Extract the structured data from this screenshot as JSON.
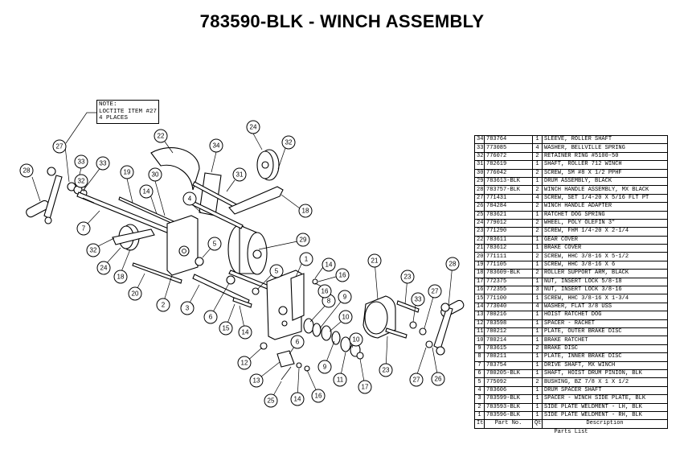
{
  "title": "783590-BLK - WINCH ASSEMBLY",
  "note": [
    "NOTE:",
    "LOCTITE ITEM #27",
    "4 PLACES"
  ],
  "callouts": [
    "27",
    "33",
    "33",
    "32",
    "28",
    "19",
    "30",
    "14",
    "22",
    "34",
    "31",
    "24",
    "32",
    "18",
    "4",
    "7",
    "32",
    "24",
    "18",
    "20",
    "5",
    "29",
    "5",
    "1",
    "2",
    "3",
    "6",
    "15",
    "14",
    "16",
    "21",
    "14",
    "23",
    "33",
    "27",
    "28",
    "8",
    "9",
    "10",
    "12",
    "13",
    "25",
    "14",
    "16",
    "9",
    "11",
    "17",
    "23",
    "6",
    "10",
    "27",
    "26",
    "16"
  ],
  "parts_table": {
    "headers": [
      "Item",
      "Part No.",
      "Qty",
      "Description"
    ],
    "caption": "Parts List",
    "rows": [
      [
        "34",
        "783764",
        "1",
        "SLEEVE, ROLLER SHAFT"
      ],
      [
        "33",
        "773085",
        "4",
        "WASHER, BELLVILLE SPRING"
      ],
      [
        "32",
        "776072",
        "2",
        "RETAINER RING #5100-50"
      ],
      [
        "31",
        "782619",
        "1",
        "SHAFT, ROLLER 712 WINCH"
      ],
      [
        "30",
        "776042",
        "2",
        "SCREW, SM #8 X 1/2 PPHF"
      ],
      [
        "29",
        "783613-BLK",
        "1",
        "DRUM ASSEMBLY, BLACK"
      ],
      [
        "28",
        "783757-BLK",
        "2",
        "WINCH HANDLE ASSEMBLY, MX BLACK"
      ],
      [
        "27",
        "771431",
        "4",
        "SCREW, SET 1/4-20 X 5/16 FLT PT"
      ],
      [
        "26",
        "784284",
        "2",
        "WINCH HANDLE ADAPTER"
      ],
      [
        "25",
        "783621",
        "1",
        "RATCHET DOG SPRING"
      ],
      [
        "24",
        "779012",
        "2",
        "WHEEL, POLY OLEFIN 3\""
      ],
      [
        "23",
        "771290",
        "2",
        "SCREW, FHM 1/4-20 X 2-1/4"
      ],
      [
        "22",
        "783611",
        "1",
        "GEAR COVER"
      ],
      [
        "21",
        "783612",
        "1",
        "BRAKE COVER"
      ],
      [
        "20",
        "771111",
        "2",
        "SCREW, HHC 3/8-16 X 5-1/2"
      ],
      [
        "19",
        "771105",
        "1",
        "SCREW, HHC 3/8-16 X 6"
      ],
      [
        "18",
        "783609-BLK",
        "2",
        "ROLLER SUPPORT ARM, BLACK"
      ],
      [
        "17",
        "772375",
        "1",
        "NUT, INSERT LOCK 5/8-18"
      ],
      [
        "16",
        "772355",
        "3",
        "NUT, INSERT LOCK 3/8-16"
      ],
      [
        "15",
        "771100",
        "1",
        "SCREW, HHC 3/8-16 X 1-3/4"
      ],
      [
        "14",
        "773040",
        "4",
        "WASHER, FLAT 3/8 USS"
      ],
      [
        "13",
        "780216",
        "1",
        "HOIST RATCHET DOG"
      ],
      [
        "12",
        "783598",
        "1",
        "SPACER - RACHET"
      ],
      [
        "11",
        "780212",
        "1",
        "PLATE, OUTER BRAKE DISC"
      ],
      [
        "10",
        "780214",
        "1",
        "BRAKE RATCHET"
      ],
      [
        "9",
        "783615",
        "2",
        "BRAKE DISC"
      ],
      [
        "8",
        "780211",
        "1",
        "PLATE, INNER BRAKE DISC"
      ],
      [
        "7",
        "783754",
        "1",
        "DRIVE SHAFT, MX WINCH"
      ],
      [
        "6",
        "780205-BLK",
        "1",
        "SHAFT, HOIST DRUM PINION, BLK"
      ],
      [
        "5",
        "775092",
        "2",
        "BUSHING, BZ 7/8 X 1 X 1/2"
      ],
      [
        "4",
        "783606",
        "1",
        "DRUM SPACER SHAFT"
      ],
      [
        "3",
        "783599-BLK",
        "1",
        "SPACER - WINCH SIDE PLATE, BLK"
      ],
      [
        "2",
        "783593-BLK",
        "1",
        "SIDE PLATE WELDMENT - LH, BLK"
      ],
      [
        "1",
        "783596-BLK",
        "1",
        "SIDE PLATE WELDMENT - RH, BLK"
      ]
    ]
  }
}
